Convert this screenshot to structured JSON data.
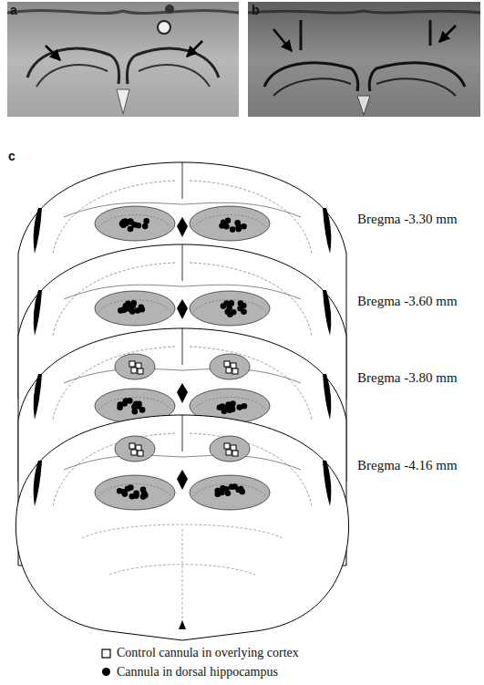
{
  "diagram": {
    "labels": [
      "a",
      "b",
      "c",
      "Bregma -3.30 mm",
      "Bregma -3.60 mm",
      "Bregma -3.80 mm",
      "Bregma -4.16 mm"
    ],
    "legend": [
      {
        "text": "Control cannula in overlying cortex"
      },
      {
        "text": "Cannula in dorsal hippocampus"
      }
    ]
  }
}
